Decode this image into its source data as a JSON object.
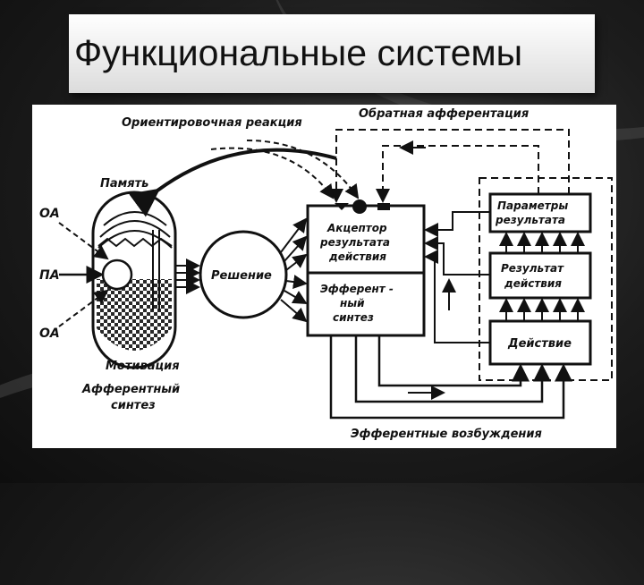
{
  "title": "Функциональные системы",
  "diagram": {
    "labels": {
      "orientation": "Ориентировочная реакция",
      "feedback": "Обратная афферентация",
      "memory": "Память",
      "oa_top": "ОА",
      "pa": "ПА",
      "oa_bottom": "ОА",
      "motivation": "Мотивация",
      "afferent_1": "Афферентный",
      "afferent_2": "синтез",
      "decision": "Решение",
      "acceptor_1": "Акцептор",
      "acceptor_2": "результата",
      "acceptor_3": "действия",
      "efferent_1": "Эфферент -",
      "efferent_2": "ный",
      "efferent_3": "синтез",
      "params_1": "Параметры",
      "params_2": "результата",
      "result_1": "Результат",
      "result_2": "действия",
      "action": "Действие",
      "efferent_exc": "Эфферентные возбуждения"
    }
  }
}
